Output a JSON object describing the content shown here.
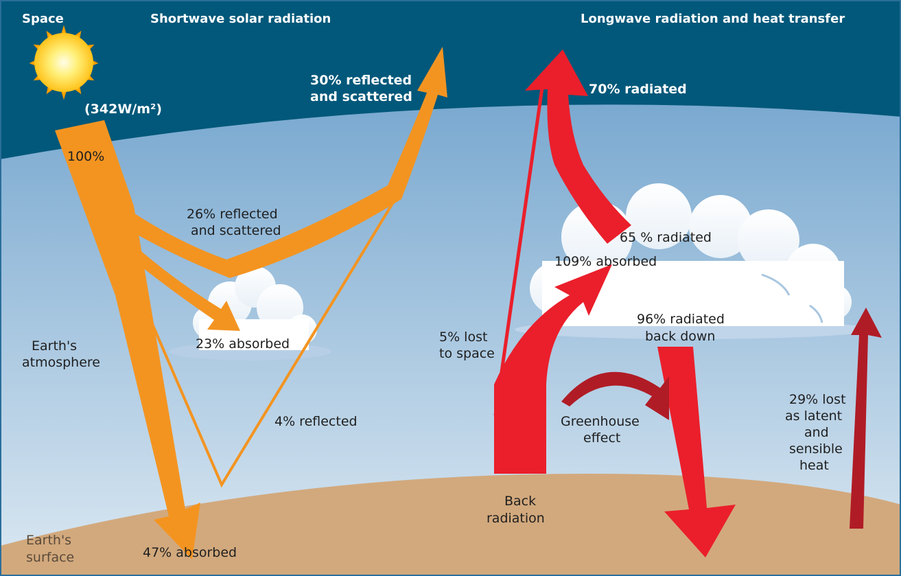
{
  "headings": {
    "space": "Space",
    "shortwave": "Shortwave solar radiation",
    "longwave": "Longwave radiation and heat transfer"
  },
  "sun": {
    "flux": "(342W/m²)"
  },
  "shortwave": {
    "incoming": "100%",
    "reflected_total": [
      "30% reflected",
      "and scattered"
    ],
    "reflected_clouds": [
      "26% reflected",
      "and scattered"
    ],
    "absorbed_atmosphere": "23% absorbed",
    "reflected_surface": "4% reflected",
    "absorbed_surface": "47% absorbed"
  },
  "longwave": {
    "radiated_total": "70% radiated",
    "radiated_atmosphere": "65 % radiated",
    "absorbed_atmosphere": "109% absorbed",
    "radiated_back": [
      "96% radiated",
      "back down"
    ],
    "lost_to_space": [
      "5% lost",
      "to space"
    ],
    "greenhouse": [
      "Greenhouse",
      "effect"
    ],
    "back_radiation": [
      "Back",
      "radiation"
    ],
    "latent_heat": [
      "29% lost",
      "as latent",
      "and",
      "sensible",
      "heat"
    ]
  },
  "zones": {
    "atmosphere": [
      "Earth's",
      "atmosphere"
    ],
    "surface": [
      "Earth's",
      "surface"
    ]
  },
  "colors": {
    "space": "#01587a",
    "sky_top": "#7aa9d0",
    "sky_bottom": "#d6e5f0",
    "ground": "#d2a97d",
    "shortwave_arrow": "#f39421",
    "longwave_arrow": "#ea1f2b",
    "dark_arrow": "#b01c26",
    "border": "#2a6e9a"
  }
}
